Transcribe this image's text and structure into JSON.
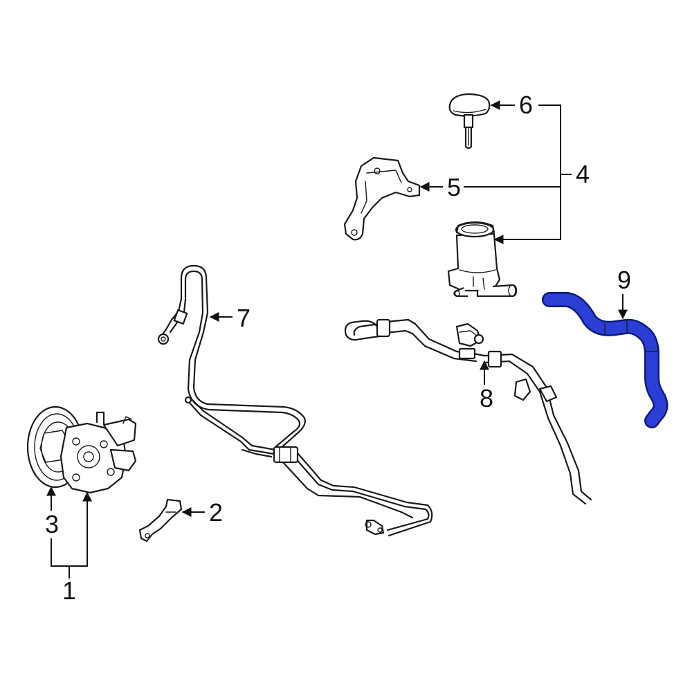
{
  "diagram": {
    "callouts": [
      {
        "id": "1",
        "label": "1"
      },
      {
        "id": "2",
        "label": "2"
      },
      {
        "id": "3",
        "label": "3"
      },
      {
        "id": "4",
        "label": "4"
      },
      {
        "id": "5",
        "label": "5"
      },
      {
        "id": "6",
        "label": "6"
      },
      {
        "id": "7",
        "label": "7"
      },
      {
        "id": "8",
        "label": "8"
      },
      {
        "id": "9",
        "label": "9"
      }
    ],
    "highlighted_part": "9",
    "colors": {
      "highlight": "#2b3fd6",
      "highlight_outline": "#0b1b7a",
      "line": "#1a1a1a",
      "background": "#ffffff"
    }
  }
}
